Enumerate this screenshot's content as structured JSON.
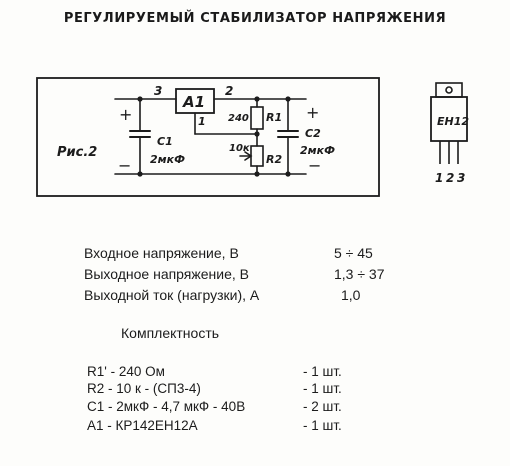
{
  "title": "РЕГУЛИРУЕМЫЙ СТАБИЛИЗАТОР НАПРЯЖЕНИЯ",
  "schematic": {
    "caption": "Рис.2",
    "chip": "A1",
    "pin_in": "3",
    "pin_out": "2",
    "pin_adj": "1",
    "plus_left": "+",
    "minus_left": "−",
    "plus_right": "+",
    "minus_right": "−",
    "c1_name": "C1",
    "c1_value": "2мкФ",
    "c2_name": "C2",
    "c2_value": "2мкФ",
    "r1_name": "R1",
    "r1_value": "240",
    "r2_name": "R2",
    "r2_value": "10к"
  },
  "package": {
    "label": "ЕН12",
    "pins": [
      "1",
      "2",
      "3"
    ]
  },
  "specs": [
    {
      "label": "Входное  напряжение,  В",
      "value": "5 ÷ 45"
    },
    {
      "label": "Выходное  напряжение,  В",
      "value": "1,3  ÷ 37"
    },
    {
      "label": "Выходной   ток (нагрузки), А",
      "value": "1,0"
    }
  ],
  "kit_title": "Комплектность",
  "kit": [
    {
      "item": "R1' - 240 Ом",
      "qty": "- 1 шт."
    },
    {
      "item": "R2 - 10 к - (СП3-4)",
      "qty": "- 1 шт."
    },
    {
      "item": "C1 - 2мкФ - 4,7 мкФ - 40В",
      "qty": "- 2 шт."
    },
    {
      "item": "A1 - КР142ЕН12А",
      "qty": "- 1 шт."
    }
  ]
}
